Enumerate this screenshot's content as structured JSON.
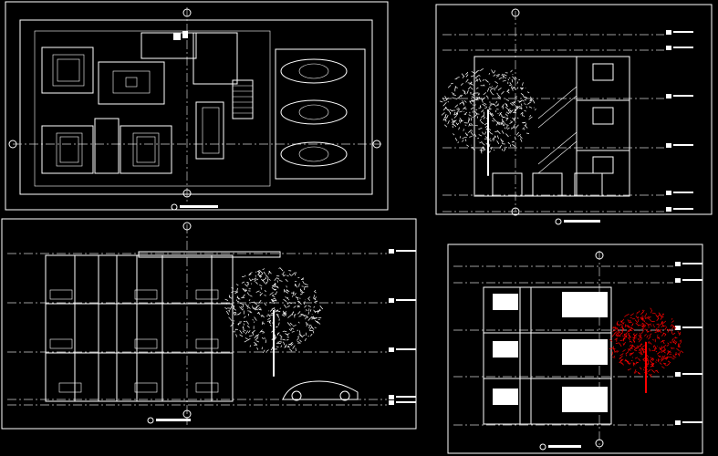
{
  "canvas": {
    "background": "#000000",
    "line_color": "#ffffff",
    "highlight_color": "#ff0000"
  },
  "views": [
    {
      "id": "floor-plan"
    },
    {
      "id": "front-elevation"
    },
    {
      "id": "side-elevation"
    },
    {
      "id": "section"
    }
  ]
}
